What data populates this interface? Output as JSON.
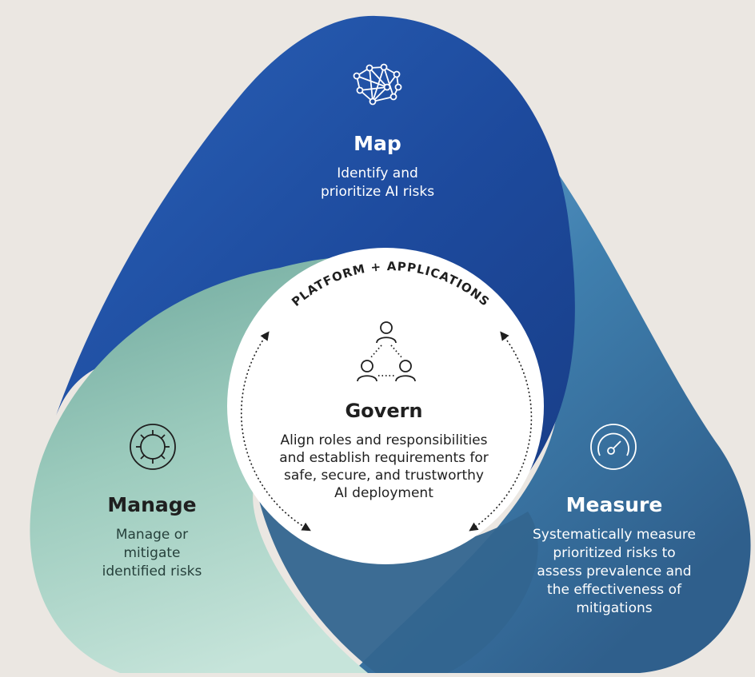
{
  "map": {
    "title": "Map",
    "description_line1": "Identify and",
    "description_line2": "prioritize AI risks",
    "icon": "network-graph-icon"
  },
  "measure": {
    "title": "Measure",
    "description_line1": "Systematically measure",
    "description_line2": "prioritized risks to",
    "description_line3": "assess prevalence and",
    "description_line4": "the effectiveness of",
    "description_line5": "mitigations",
    "icon": "gauge-icon"
  },
  "manage": {
    "title": "Manage",
    "description_line1": "Manage or",
    "description_line2": "mitigate",
    "description_line3": "identified risks",
    "icon": "virus-shield-icon"
  },
  "govern": {
    "title": "Govern",
    "description_line1": "Align roles and responsibilities",
    "description_line2": "and establish requirements for",
    "description_line3": "safe, secure, and trustworthy",
    "description_line4": "AI deployment",
    "icon": "people-network-icon"
  },
  "arc_label": "PLATFORM + APPLICATIONS",
  "colors": {
    "background": "#ebe7e2",
    "map_blue": "#1b4a9c",
    "measure_blue": "#4a86b8",
    "manage_teal": "#8fbfb2",
    "govern_white": "#ffffff"
  }
}
